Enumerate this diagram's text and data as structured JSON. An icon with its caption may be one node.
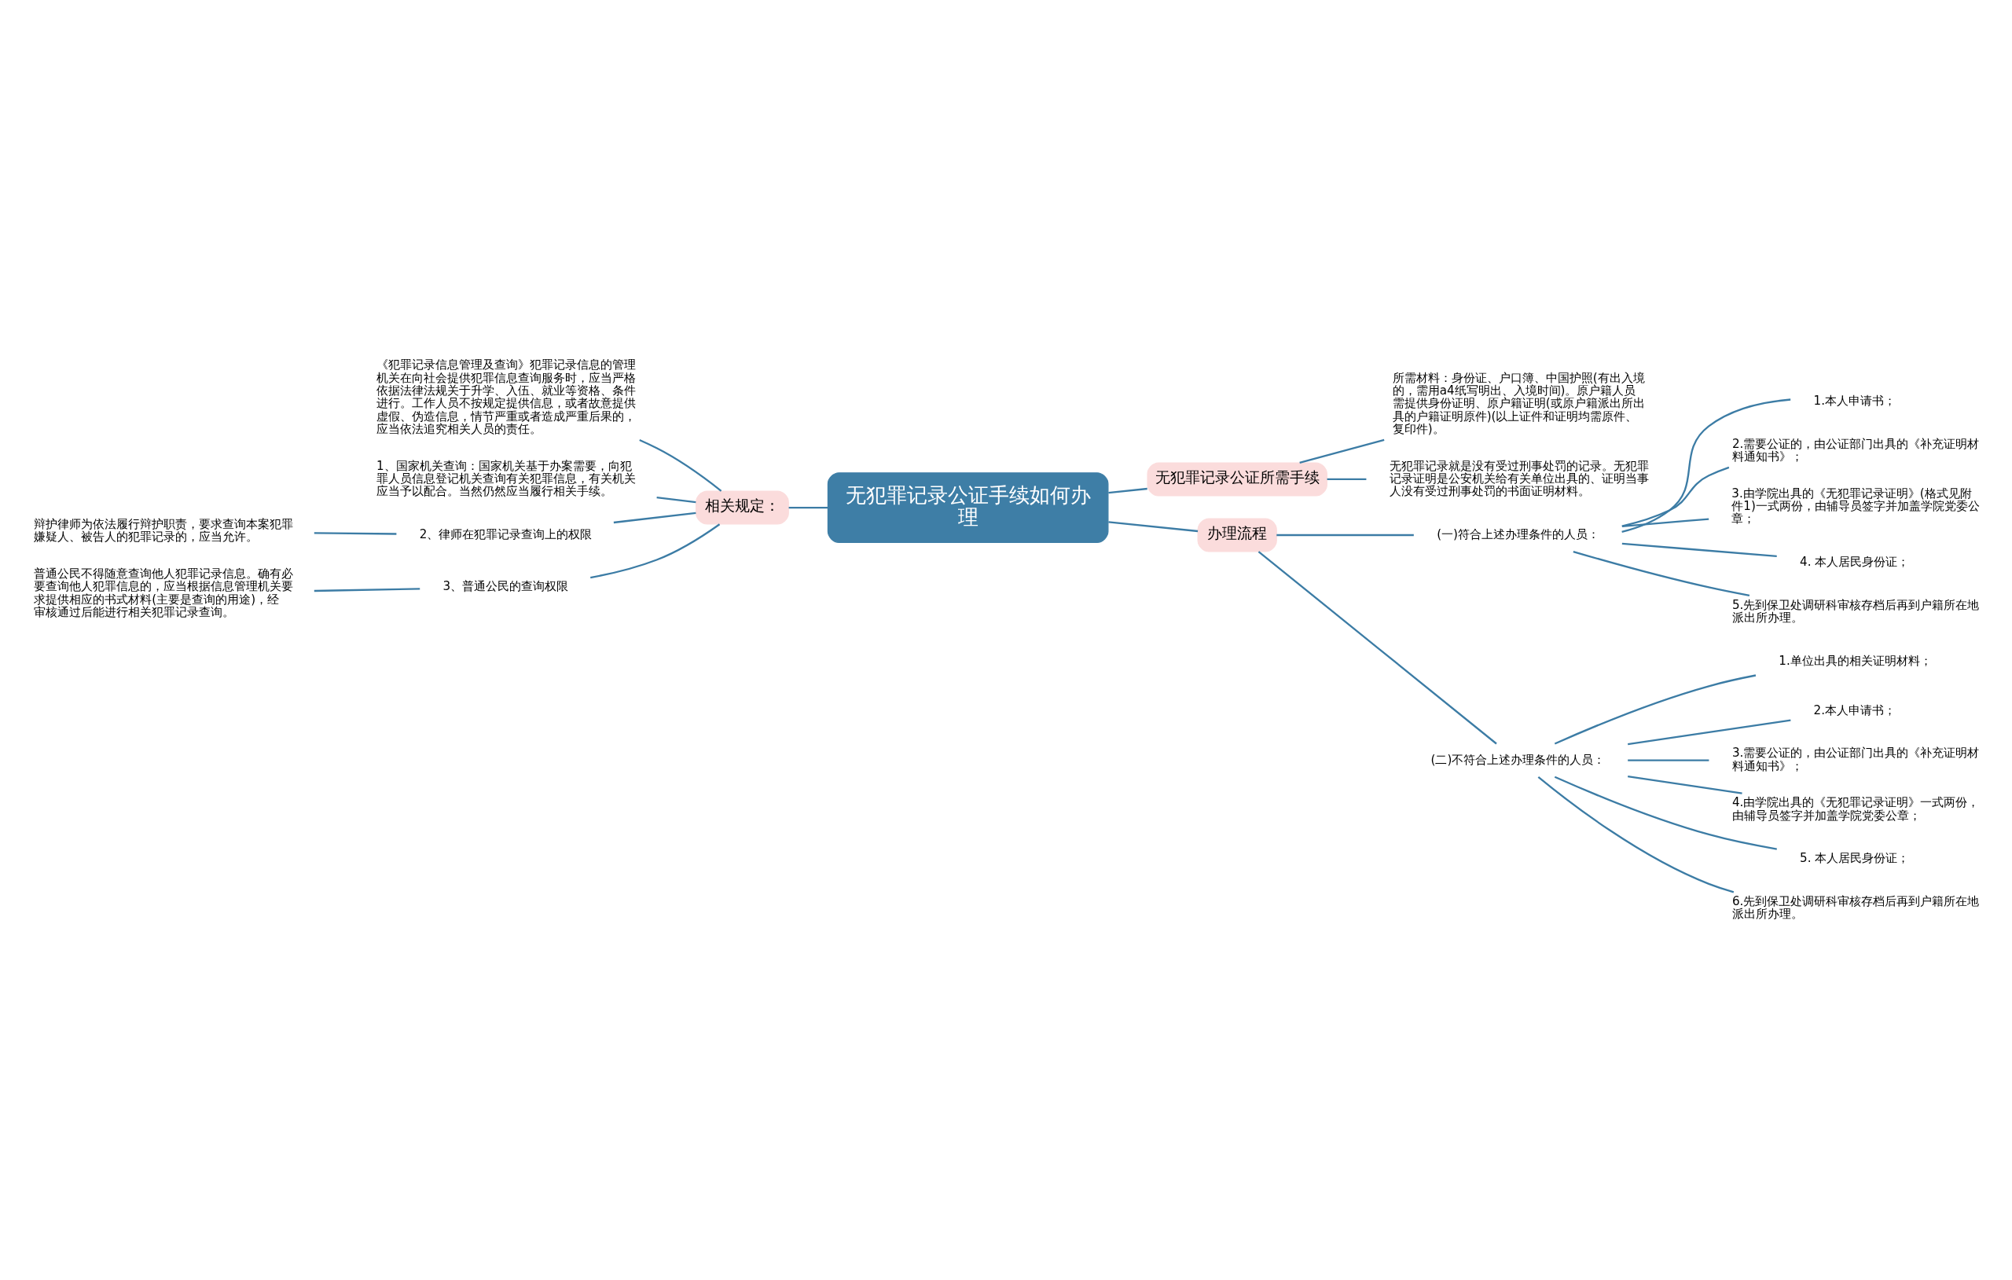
{
  "diagram": {
    "nodes": [
      {
        "text": [
          "无犯罪记录公证手续如何办理"
        ]
      },
      {
        "text": [
          "无犯罪记录公证所需手续"
        ]
      },
      {
        "text": [
          "所需材料：身份证、户口簿、中国护照(有出入境的，需用a4纸写明出、入境时间)。原户籍人员需提供身份证明、原户籍证明(或原户籍派出所出具的户籍证明原件)(以上证件和证明均需原件、复印件)。"
        ]
      },
      {
        "text": [
          "无犯罪记录就是没有受过刑事处罚的记录。无犯罪记录证明是公安机关给有关单位出具的、证明当事人没有受过刑事处罚的书面证明材料。"
        ]
      },
      {
        "text": [
          "办理流程"
        ]
      },
      {
        "text": [
          "(一)符合上述办理条件的人员："
        ]
      },
      {
        "text": [
          "1.本人申请书；"
        ]
      },
      {
        "text": [
          "2.需要公证的，由公证部门出具的《补充证明材料通知书》；"
        ]
      },
      {
        "text": [
          "3.由学院出具的《无犯罪记录证明》(格式见附件1)一式两份，由辅导员签字并加盖学院党委公章；"
        ]
      },
      {
        "text": [
          "4. 本人居民身份证；"
        ]
      },
      {
        "text": [
          "5.先到保卫处调研科审核存档后再到户籍所在地派出所办理。"
        ]
      },
      {
        "text": [
          "(二)不符合上述办理条件的人员："
        ]
      },
      {
        "text": [
          "1.单位出具的相关证明材料；"
        ]
      },
      {
        "text": [
          "2.本人申请书；"
        ]
      },
      {
        "text": [
          "3.需要公证的，由公证部门出具的《补充证明材料通知书》；"
        ]
      },
      {
        "text": [
          "4.由学院出具的《无犯罪记录证明》一式两份，由辅导员签字并加盖学院党委公章；"
        ]
      },
      {
        "text": [
          "5. 本人居民身份证；"
        ]
      },
      {
        "text": [
          "6.先到保卫处调研科审核存档后再到户籍所在地派出所办理。"
        ]
      },
      {
        "text": [
          "相关规定："
        ]
      },
      {
        "text": [
          "《犯罪记录信息管理及查询》犯罪记录信息的管理机关在向社会提供犯罪信息查询服务时，应当严格依据法律法规关于升学、入伍、就业等资格、条件进行。工作人员不按规定提供信息，或者故意提供虚假、伪造信息，情节严重或者造成严重后果的，应当依法追究相关人员的责任。"
        ]
      },
      {
        "text": [
          "1、国家机关查询：国家机关基于办案需要，向犯罪人员信息登记机关查询有关犯罪信息，有关机关应当予以配合。当然仍然应当履行相关手续。"
        ]
      },
      {
        "text": [
          "2、律师在犯罪记录查询上的权限"
        ]
      },
      {
        "text": [
          "辩护律师为依法履行辩护职责，要求查询本案犯罪嫌疑人、被告人的犯罪记录的，应当允许。"
        ]
      },
      {
        "text": [
          "3、普通公民的查询权限"
        ]
      },
      {
        "text": [
          "普通公民不得随意查询他人犯罪记录信息。确有必要查询他人犯罪信息的，应当根据信息管理机关要求提供相应的书式材料(主要是查询的用途)，经审核通过后能进行相关犯罪记录查询。"
        ]
      }
    ],
    "edges": [
      {
        "from": 0,
        "to": 1,
        "arrow": "none"
      },
      {
        "from": 1,
        "to": 2,
        "arrow": "none"
      },
      {
        "from": 1,
        "to": 3,
        "arrow": "none"
      },
      {
        "from": 0,
        "to": 4,
        "arrow": "none"
      },
      {
        "from": 4,
        "to": 5,
        "arrow": "none"
      },
      {
        "from": 5,
        "to": 6,
        "arrow": "none"
      },
      {
        "from": 5,
        "to": 7,
        "arrow": "none"
      },
      {
        "from": 5,
        "to": 8,
        "arrow": "none"
      },
      {
        "from": 5,
        "to": 9,
        "arrow": "none"
      },
      {
        "from": 5,
        "to": 10,
        "arrow": "none"
      },
      {
        "from": 4,
        "to": 11,
        "arrow": "none"
      },
      {
        "from": 11,
        "to": 12,
        "arrow": "none"
      },
      {
        "from": 11,
        "to": 13,
        "arrow": "none"
      },
      {
        "from": 11,
        "to": 14,
        "arrow": "none"
      },
      {
        "from": 11,
        "to": 15,
        "arrow": "none"
      },
      {
        "from": 11,
        "to": 16,
        "arrow": "none"
      },
      {
        "from": 11,
        "to": 17,
        "arrow": "none"
      },
      {
        "from": 0,
        "to": 18,
        "arrow": "none"
      },
      {
        "from": 18,
        "to": 19,
        "arrow": "none"
      },
      {
        "from": 18,
        "to": 20,
        "arrow": "none"
      },
      {
        "from": 18,
        "to": 21,
        "arrow": "none"
      },
      {
        "from": 21,
        "to": 22,
        "arrow": "none"
      },
      {
        "from": 18,
        "to": 23,
        "arrow": "none"
      },
      {
        "from": 23,
        "to": 24,
        "arrow": "none"
      }
    ]
  }
}
